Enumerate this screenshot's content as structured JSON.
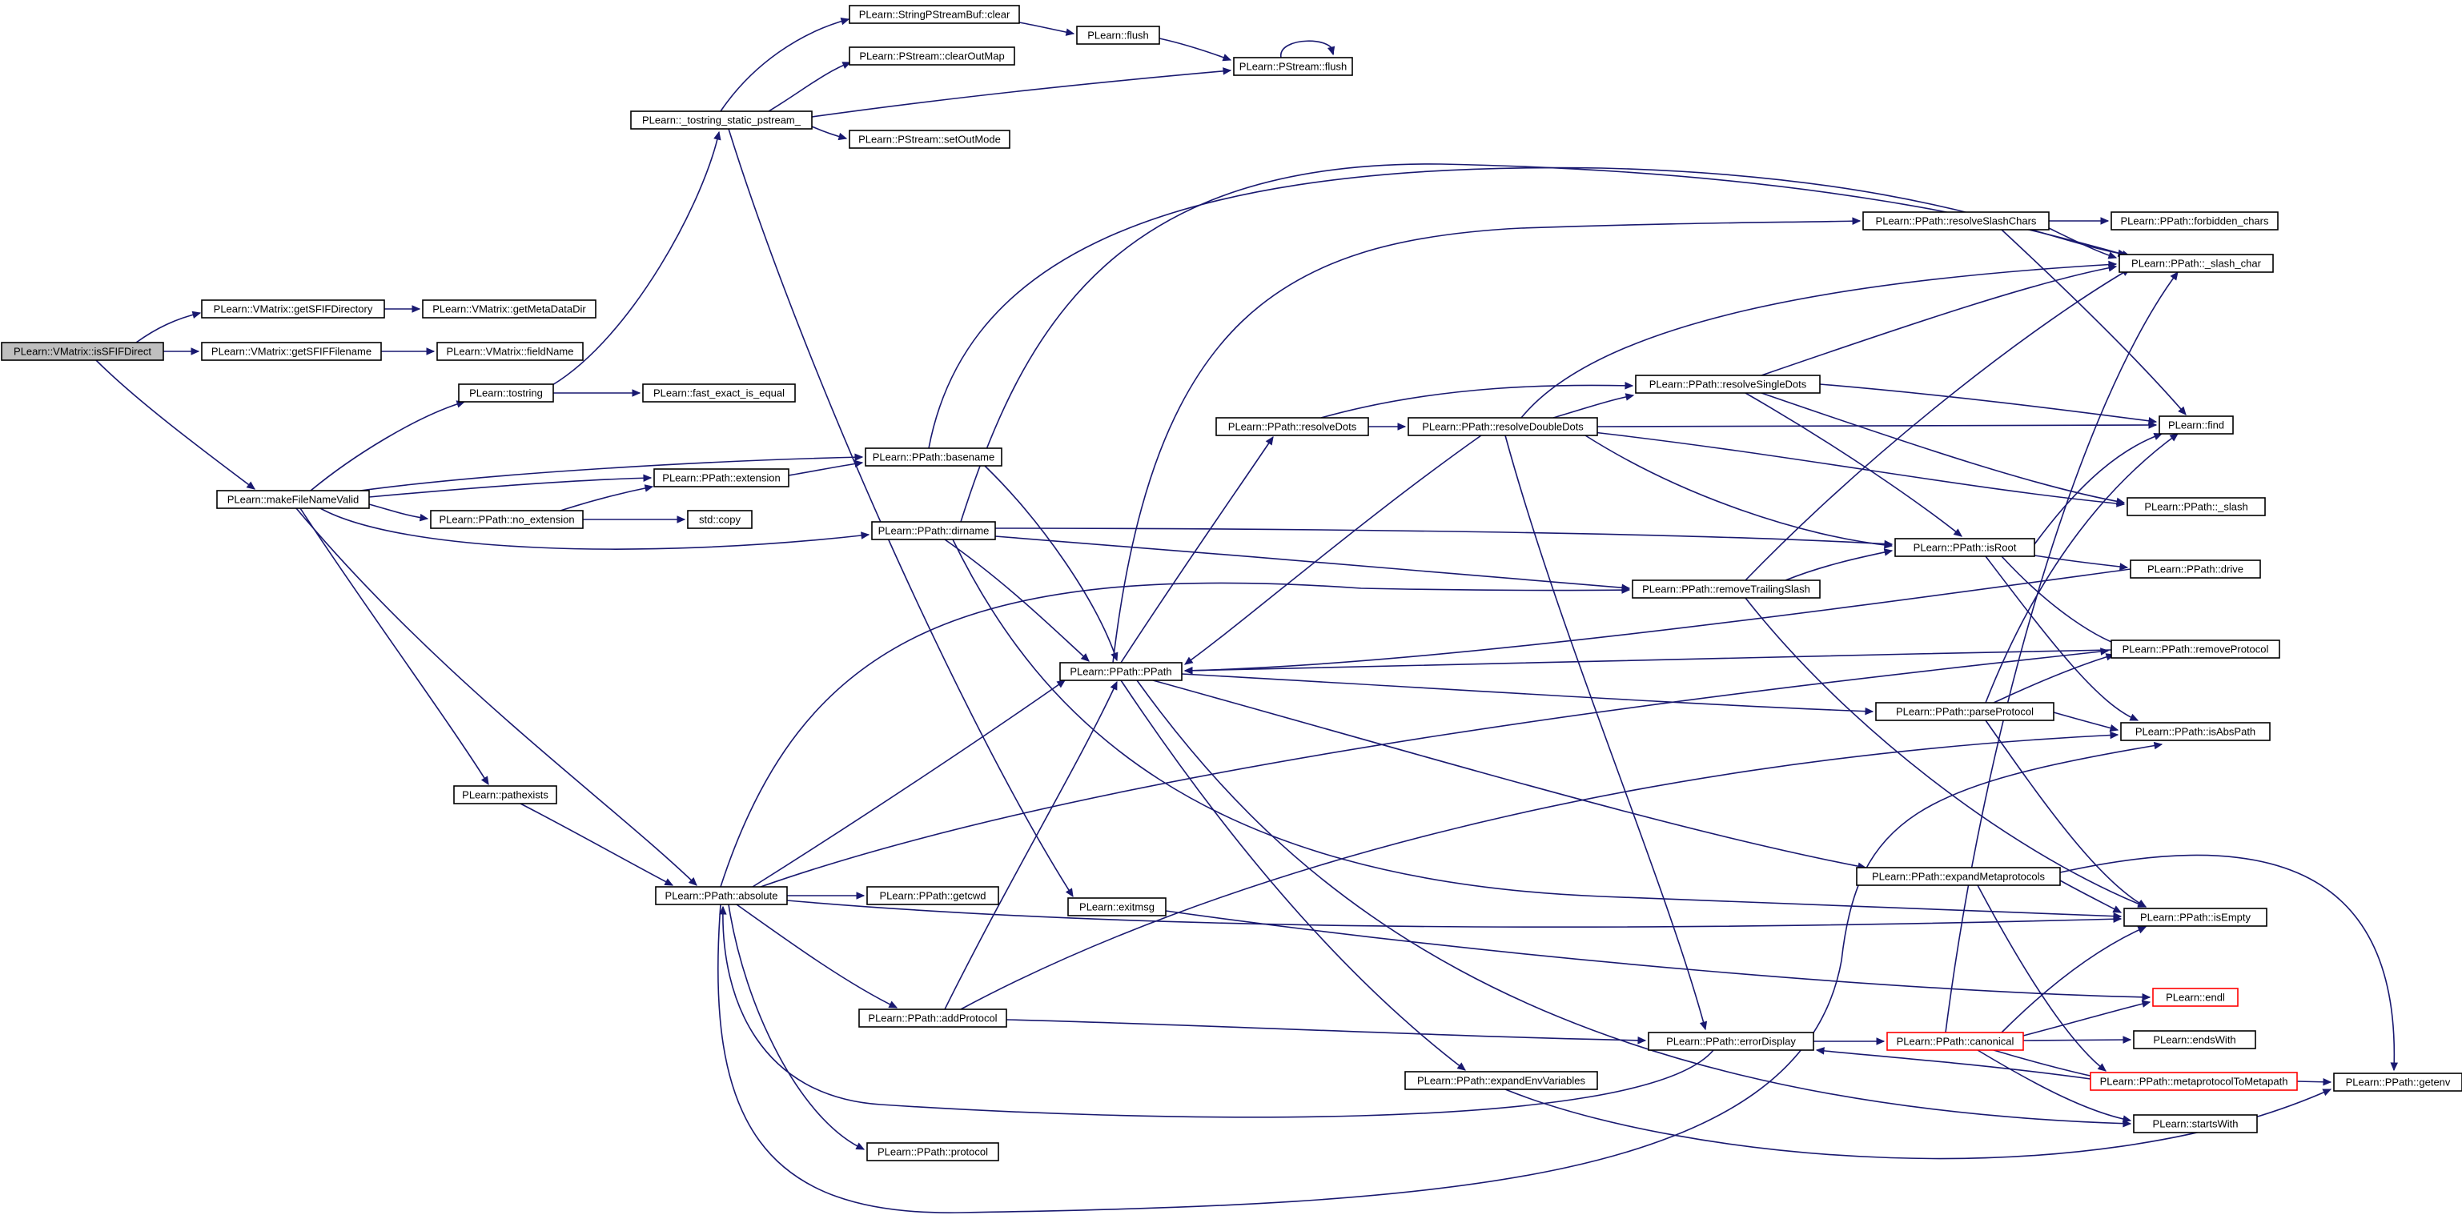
{
  "graph": {
    "nodes": [
      {
        "id": "isSFIFDirect",
        "label": "PLearn::VMatrix::isSFIFDirect",
        "root": true
      },
      {
        "id": "getSFIFDirectory",
        "label": "PLearn::VMatrix::getSFIFDirectory"
      },
      {
        "id": "getSFIFFilename",
        "label": "PLearn::VMatrix::getSFIFFilename"
      },
      {
        "id": "getMetaDataDir",
        "label": "PLearn::VMatrix::getMetaDataDir"
      },
      {
        "id": "fieldName",
        "label": "PLearn::VMatrix::fieldName"
      },
      {
        "id": "makeFileNameValid",
        "label": "PLearn::makeFileNameValid"
      },
      {
        "id": "tostring",
        "label": "PLearn::tostring"
      },
      {
        "id": "fast_exact_is_equal",
        "label": "PLearn::fast_exact_is_equal"
      },
      {
        "id": "tostring_static",
        "label": "PLearn::_tostring_static_pstream_"
      },
      {
        "id": "SPSB_clear",
        "label": "PLearn::StringPStreamBuf::clear"
      },
      {
        "id": "clearOutMap",
        "label": "PLearn::PStream::clearOutMap"
      },
      {
        "id": "setOutMode",
        "label": "PLearn::PStream::setOutMode"
      },
      {
        "id": "flush",
        "label": "PLearn::flush"
      },
      {
        "id": "PStream_flush",
        "label": "PLearn::PStream::flush"
      },
      {
        "id": "extension",
        "label": "PLearn::PPath::extension"
      },
      {
        "id": "no_extension",
        "label": "PLearn::PPath::no_extension"
      },
      {
        "id": "std_copy",
        "label": "std::copy"
      },
      {
        "id": "basename",
        "label": "PLearn::PPath::basename"
      },
      {
        "id": "dirname",
        "label": "PLearn::PPath::dirname"
      },
      {
        "id": "pathexists",
        "label": "PLearn::pathexists"
      },
      {
        "id": "absolute",
        "label": "PLearn::PPath::absolute"
      },
      {
        "id": "getcwd",
        "label": "PLearn::PPath::getcwd"
      },
      {
        "id": "addProtocol",
        "label": "PLearn::PPath::addProtocol"
      },
      {
        "id": "protocol",
        "label": "PLearn::PPath::protocol"
      },
      {
        "id": "exitmsg",
        "label": "PLearn::exitmsg"
      },
      {
        "id": "PPath",
        "label": "PLearn::PPath::PPath"
      },
      {
        "id": "resolveDots",
        "label": "PLearn::PPath::resolveDots"
      },
      {
        "id": "resolveDoubleDots",
        "label": "PLearn::PPath::resolveDoubleDots"
      },
      {
        "id": "resolveSingleDots",
        "label": "PLearn::PPath::resolveSingleDots"
      },
      {
        "id": "resolveSlashChars",
        "label": "PLearn::PPath::resolveSlashChars"
      },
      {
        "id": "removeTrailingSlash",
        "label": "PLearn::PPath::removeTrailingSlash"
      },
      {
        "id": "expandEnvVariables",
        "label": "PLearn::PPath::expandEnvVariables"
      },
      {
        "id": "errorDisplay",
        "label": "PLearn::PPath::errorDisplay"
      },
      {
        "id": "isRoot",
        "label": "PLearn::PPath::isRoot"
      },
      {
        "id": "parseProtocol",
        "label": "PLearn::PPath::parseProtocol"
      },
      {
        "id": "expandMetaprotocols",
        "label": "PLearn::PPath::expandMetaprotocols"
      },
      {
        "id": "canonical",
        "label": "PLearn::PPath::canonical",
        "truncated": true
      },
      {
        "id": "forbidden_chars",
        "label": "PLearn::PPath::forbidden_chars"
      },
      {
        "id": "slash_char",
        "label": "PLearn::PPath::_slash_char"
      },
      {
        "id": "find",
        "label": "PLearn::find"
      },
      {
        "id": "slash",
        "label": "PLearn::PPath::_slash"
      },
      {
        "id": "drive",
        "label": "PLearn::PPath::drive"
      },
      {
        "id": "removeProtocol",
        "label": "PLearn::PPath::removeProtocol"
      },
      {
        "id": "isAbsPath",
        "label": "PLearn::PPath::isAbsPath"
      },
      {
        "id": "isEmpty",
        "label": "PLearn::PPath::isEmpty"
      },
      {
        "id": "endl",
        "label": "PLearn::endl",
        "truncated": true
      },
      {
        "id": "endsWith",
        "label": "PLearn::endsWith"
      },
      {
        "id": "metaprotocolToMetapath",
        "label": "PLearn::PPath::metaprotocolToMetapath",
        "truncated": true
      },
      {
        "id": "startsWith",
        "label": "PLearn::startsWith"
      },
      {
        "id": "getenv",
        "label": "PLearn::PPath::getenv"
      }
    ],
    "colors": {
      "edge": "#191970",
      "node_border": "#000000",
      "root_fill": "#bfbfbf",
      "truncated_border": "#ff0000",
      "background": "#ffffff"
    }
  }
}
